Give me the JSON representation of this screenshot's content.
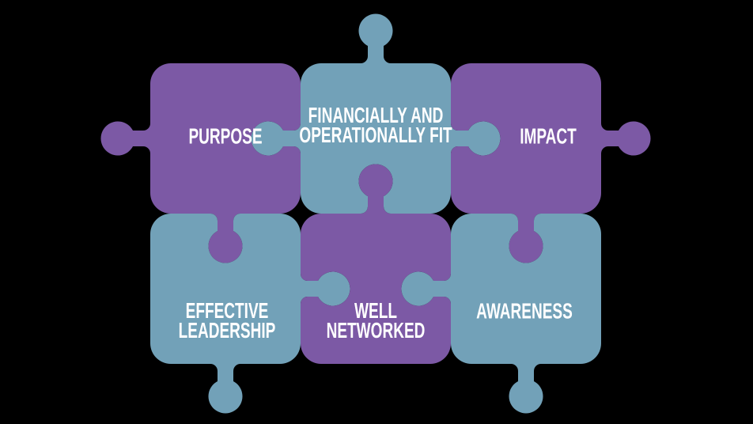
{
  "background": "#000000",
  "colors": {
    "purple": "#7C59A5",
    "teal": "#72A1B8",
    "label_text": "#FFFFFF"
  },
  "pieces": [
    {
      "id": "purpose",
      "label": "PURPOSE",
      "color": "purple",
      "row": 0,
      "col": 0,
      "edges": {
        "top": "flat",
        "right": "socket",
        "bottom": "tab",
        "left": "tab"
      }
    },
    {
      "id": "financially-operationally-fit",
      "label": "FINANCIALLY AND\nOPERATIONALLY FIT",
      "color": "teal",
      "row": 0,
      "col": 1,
      "edges": {
        "top": "tab",
        "right": "tab",
        "bottom": "socket",
        "left": "tab"
      }
    },
    {
      "id": "impact",
      "label": "IMPACT",
      "color": "purple",
      "row": 0,
      "col": 2,
      "edges": {
        "top": "flat",
        "right": "tab",
        "bottom": "tab",
        "left": "socket"
      }
    },
    {
      "id": "effective-leadership",
      "label": "EFFECTIVE\nLEADERSHIP",
      "color": "teal",
      "row": 1,
      "col": 0,
      "edges": {
        "top": "socket",
        "right": "tab",
        "bottom": "tab",
        "left": "flat"
      }
    },
    {
      "id": "well-networked",
      "label": "WELL\nNETWORKED",
      "color": "purple",
      "row": 1,
      "col": 1,
      "edges": {
        "top": "tab",
        "right": "socket",
        "bottom": "flat",
        "left": "socket"
      }
    },
    {
      "id": "awareness",
      "label": "AWARENESS",
      "color": "teal",
      "row": 1,
      "col": 2,
      "edges": {
        "top": "socket",
        "right": "flat",
        "bottom": "tab",
        "left": "tab"
      }
    }
  ]
}
